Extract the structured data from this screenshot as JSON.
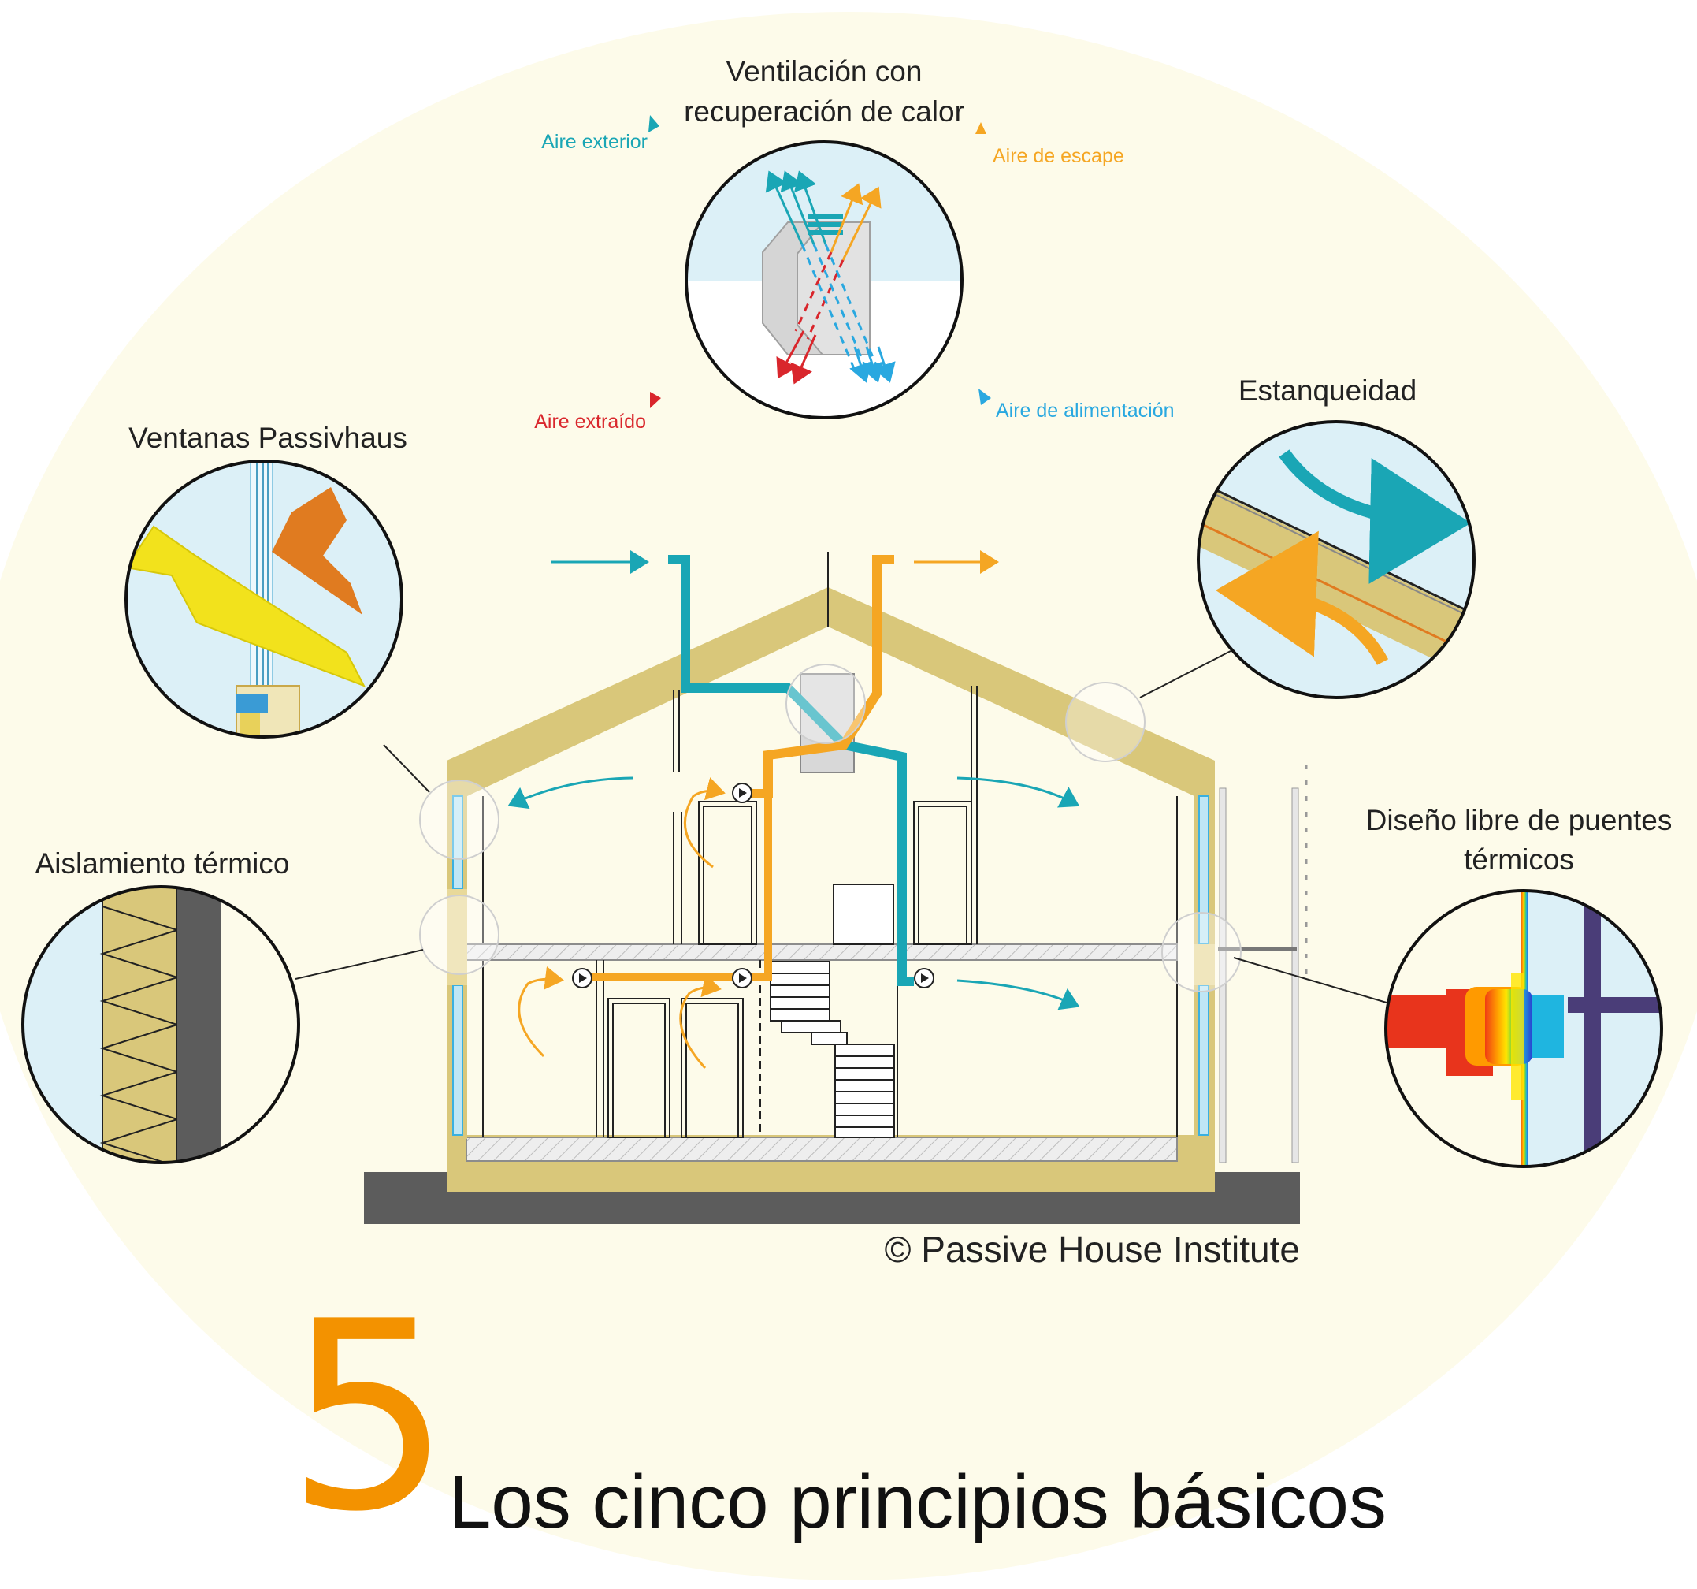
{
  "title": {
    "number": "5",
    "text": "Los cinco principios básicos"
  },
  "credit": "© Passive House Institute",
  "principles": {
    "ventilation": {
      "title_line1": "Ventilación con",
      "title_line2": "recuperación de calor",
      "outdoor_air": "Aire exterior",
      "exhaust_air": "Aire de escape",
      "extract_air": "Aire extraído",
      "supply_air": "Aire de alimentación"
    },
    "windows": "Ventanas Passivhaus",
    "airtightness": "Estanqueidad",
    "insulation": "Aislamiento térmico",
    "thermal_bridge_line1": "Diseño libre de puentes",
    "thermal_bridge_line2": "térmicos"
  },
  "colors": {
    "background_circle": "#fdfbea",
    "insulation": "#d9c77a",
    "supply_blue": "#1aa6b5",
    "exhaust_orange": "#f5a623",
    "extract_red": "#d9262c",
    "supply_light_blue": "#29a8e0",
    "ground": "#5c5c5c",
    "title_orange": "#f39200",
    "window_yellow": "#f2e21c",
    "window_orange": "#e07b20",
    "sky_blue": "#dcf0f7"
  }
}
